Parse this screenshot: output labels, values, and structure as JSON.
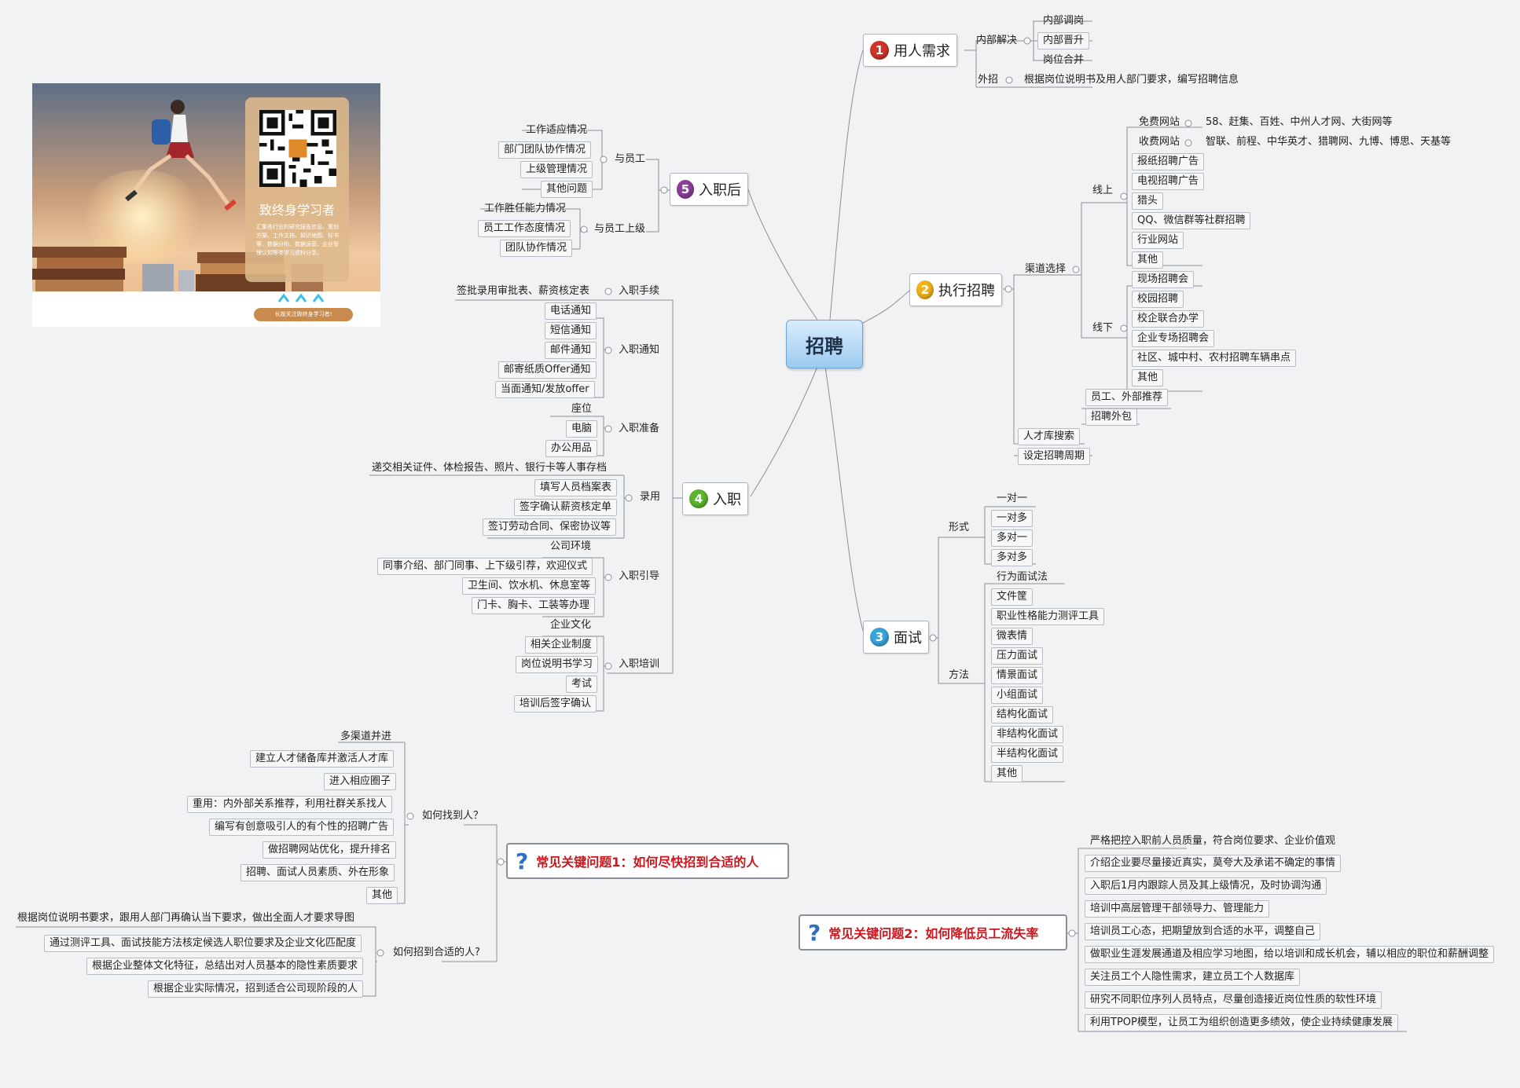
{
  "central": "招聘",
  "branches": {
    "b1": {
      "num": "1",
      "label": "用人需求",
      "color": "#d0352a"
    },
    "b2": {
      "num": "2",
      "label": "执行招聘",
      "color": "#f0b31c"
    },
    "b3": {
      "num": "3",
      "label": "面试",
      "color": "#3aa5dc"
    },
    "b4": {
      "num": "4",
      "label": "入职",
      "color": "#5cb531"
    },
    "b5": {
      "num": "5",
      "label": "入职后",
      "color": "#8b3f9a"
    }
  },
  "need": {
    "internal": "内部解决",
    "internal_items": [
      "内部调岗",
      "内部晋升",
      "岗位合并"
    ],
    "external": "外招",
    "external_item": "根据岗位说明书及用人部门要求，编写招聘信息"
  },
  "exec": {
    "channel": "渠道选择",
    "online": "线上",
    "online_items": [
      "免费网站",
      "收费网站",
      "报纸招聘广告",
      "电视招聘广告",
      "猎头",
      "QQ、微信群等社群招聘",
      "行业网站",
      "其他"
    ],
    "free_sites": "58、赶集、百姓、中州人才网、大街网等",
    "paid_sites": "智联、前程、中华英才、猎聘网、九博、博思、天基等",
    "offline": "线下",
    "offline_items": [
      "现场招聘会",
      "校园招聘",
      "校企联合办学",
      "企业专场招聘会",
      "社区、城中村、农村招聘车辆串点",
      "其他"
    ],
    "referral": "员工、外部推荐",
    "outsourcing": "招聘外包",
    "talent_search": "人才库搜索",
    "cycle": "设定招聘周期"
  },
  "interview": {
    "form": "形式",
    "form_items": [
      "一对一",
      "一对多",
      "多对一",
      "多对多"
    ],
    "method": "方法",
    "method_items": [
      "行为面试法",
      "文件筐",
      "职业性格能力测评工具",
      "微表情",
      "压力面试",
      "情景面试",
      "小组面试",
      "结构化面试",
      "非结构化面试",
      "半结构化面试",
      "其他"
    ]
  },
  "onboard": {
    "procedures": "入职手续",
    "procedures_items": [
      "签批录用审批表、薪资核定表"
    ],
    "notice": "入职通知",
    "notice_items": [
      "电话通知",
      "短信通知",
      "邮件通知",
      "邮寄纸质Offer通知",
      "当面通知/发放offer"
    ],
    "prepare": "入职准备",
    "prepare_items": [
      "座位",
      "电脑",
      "办公用品"
    ],
    "hire": "录用",
    "hire_items": [
      "递交相关证件、体检报告、照片、银行卡等人事存档",
      "填写人员档案表",
      "签字确认薪资核定单",
      "签订劳动合同、保密协议等"
    ],
    "guide": "入职引导",
    "guide_items": [
      "公司环境",
      "同事介绍、部门同事、上下级引荐，欢迎仪式",
      "卫生间、饮水机、休息室等",
      "门卡、胸卡、工装等办理"
    ],
    "training": "入职培训",
    "training_items": [
      "企业文化",
      "相关企业制度",
      "岗位说明书学习",
      "考试",
      "培训后签字确认"
    ]
  },
  "after": {
    "staff": "与员工",
    "staff_items": [
      "工作适应情况",
      "部门团队协作情况",
      "上级管理情况",
      "其他问题"
    ],
    "boss": "与员工上级",
    "boss_items": [
      "工作胜任能力情况",
      "员工工作态度情况",
      "团队协作情况"
    ]
  },
  "q1": {
    "title": "常见关键问题1：如何尽快招到合适的人",
    "find": "如何找到人？",
    "find_items": [
      "多渠道并进",
      "建立人才储备库并激活人才库",
      "进入相应圈子",
      "重用：内外部关系推荐，利用社群关系找人",
      "编写有创意吸引人的有个性的招聘广告",
      "做招聘网站优化，提升排名",
      "招聘、面试人员素质、外在形象",
      "其他"
    ],
    "fit": "如何招到合适的人?",
    "fit_items": [
      "根据岗位说明书要求，跟用人部门再确认当下要求，做出全面人才要求导图",
      "通过测评工具、面试技能方法核定候选人职位要求及企业文化匹配度",
      "根据企业整体文化特征，总结出对人员基本的隐性素质要求",
      "根据企业实际情况，招到适合公司现阶段的人"
    ]
  },
  "q2": {
    "title": "常见关键问题2：如何降低员工流失率",
    "items": [
      "严格把控入职前人员质量，符合岗位要求、企业价值观",
      "介绍企业要尽量接近真实，莫夸大及承诺不确定的事情",
      "入职后1月内跟踪人员及其上级情况，及时协调沟通",
      "培训中高层管理干部领导力、管理能力",
      "培训员工心态，把期望放到合适的水平，调整自己",
      "做职业生涯发展通道及相应学习地图，给以培训和成长机会，辅以相应的职位和薪酬调整",
      "关注员工个人隐性需求，建立员工个人数据库",
      "研究不同职位序列人员特点，尽量创造接近岗位性质的软性环境",
      "利用TPOP模型，让员工为组织创造更多绩效，使企业持续健康发展"
    ]
  },
  "poster": {
    "title": "致终身学习者",
    "desc": "汇集各行业的研究报告信息、策划方案、工作文档、知识地图、标书等、数据分析、数据运营、企业管理认知等类学习资料分享。",
    "pill": "长按关注致终身学习者!"
  }
}
